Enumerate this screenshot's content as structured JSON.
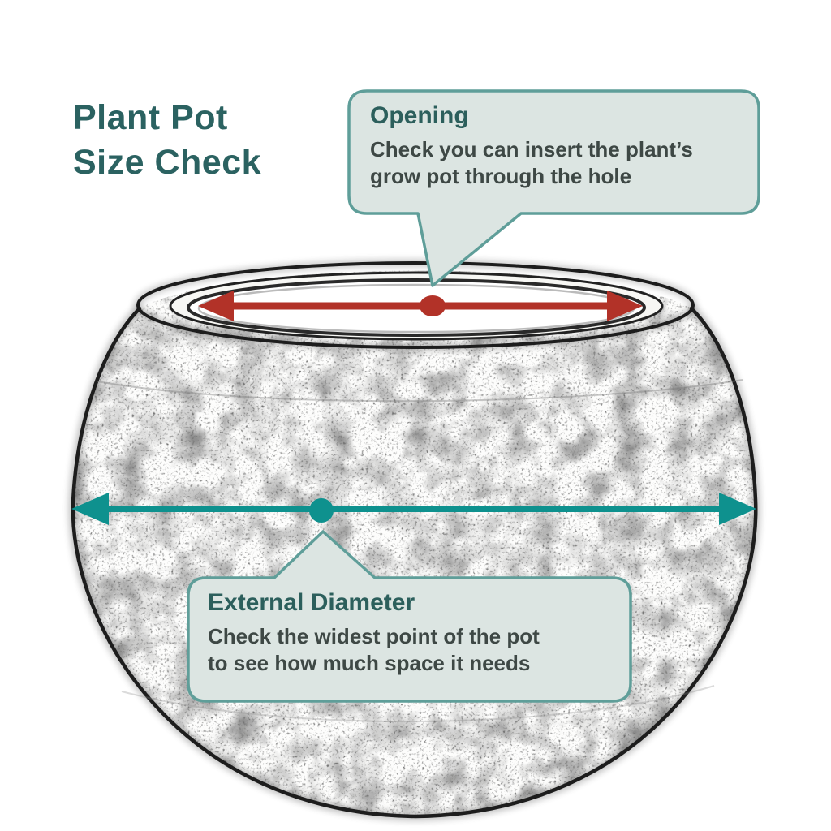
{
  "title": {
    "line1": "Plant Pot",
    "line2": "Size Check"
  },
  "callouts": {
    "opening": {
      "heading": "Opening",
      "body_line1": "Check you can insert the plant’s",
      "body_line2": "grow pot through the hole"
    },
    "external_diameter": {
      "heading": "External Diameter",
      "body_line1": "Check the widest point of the pot",
      "body_line2": "to see how much space it needs"
    }
  },
  "colors": {
    "heading_teal": "#2c5f5c",
    "title_teal": "#2b6261",
    "body_text": "#3e4845",
    "callout_fill": "#dce5e2",
    "callout_border": "#5f9e99",
    "opening_arrow_red": "#b23228",
    "diameter_arrow_teal": "#0e918e",
    "sketch_ink": "#1d1d1d",
    "background": "#ffffff"
  }
}
